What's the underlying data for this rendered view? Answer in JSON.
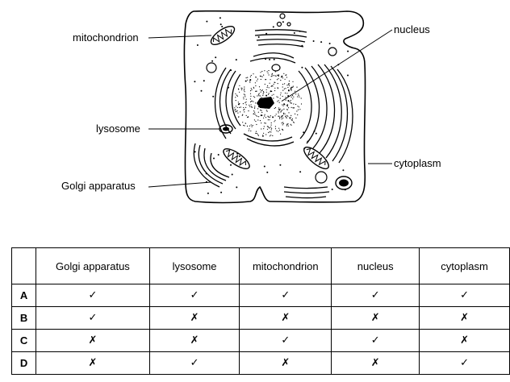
{
  "labels": {
    "mitochondrion": "mitochondrion",
    "lysosome": "lysosome",
    "golgi": "Golgi apparatus",
    "nucleus": "nucleus",
    "cytoplasm": "cytoplasm"
  },
  "table": {
    "headers": [
      "Golgi apparatus",
      "lysosome",
      "mitochondrion",
      "nucleus",
      "cytoplasm"
    ],
    "rows": [
      {
        "label": "A",
        "marks": [
          "✓",
          "✓",
          "✓",
          "✓",
          "✓"
        ]
      },
      {
        "label": "B",
        "marks": [
          "✓",
          "✗",
          "✗",
          "✗",
          "✗"
        ]
      },
      {
        "label": "C",
        "marks": [
          "✗",
          "✗",
          "✓",
          "✓",
          "✗"
        ]
      },
      {
        "label": "D",
        "marks": [
          "✗",
          "✓",
          "✗",
          "✗",
          "✓"
        ]
      }
    ]
  },
  "icons": {
    "tick": "tick-icon",
    "cross": "cross-icon"
  }
}
